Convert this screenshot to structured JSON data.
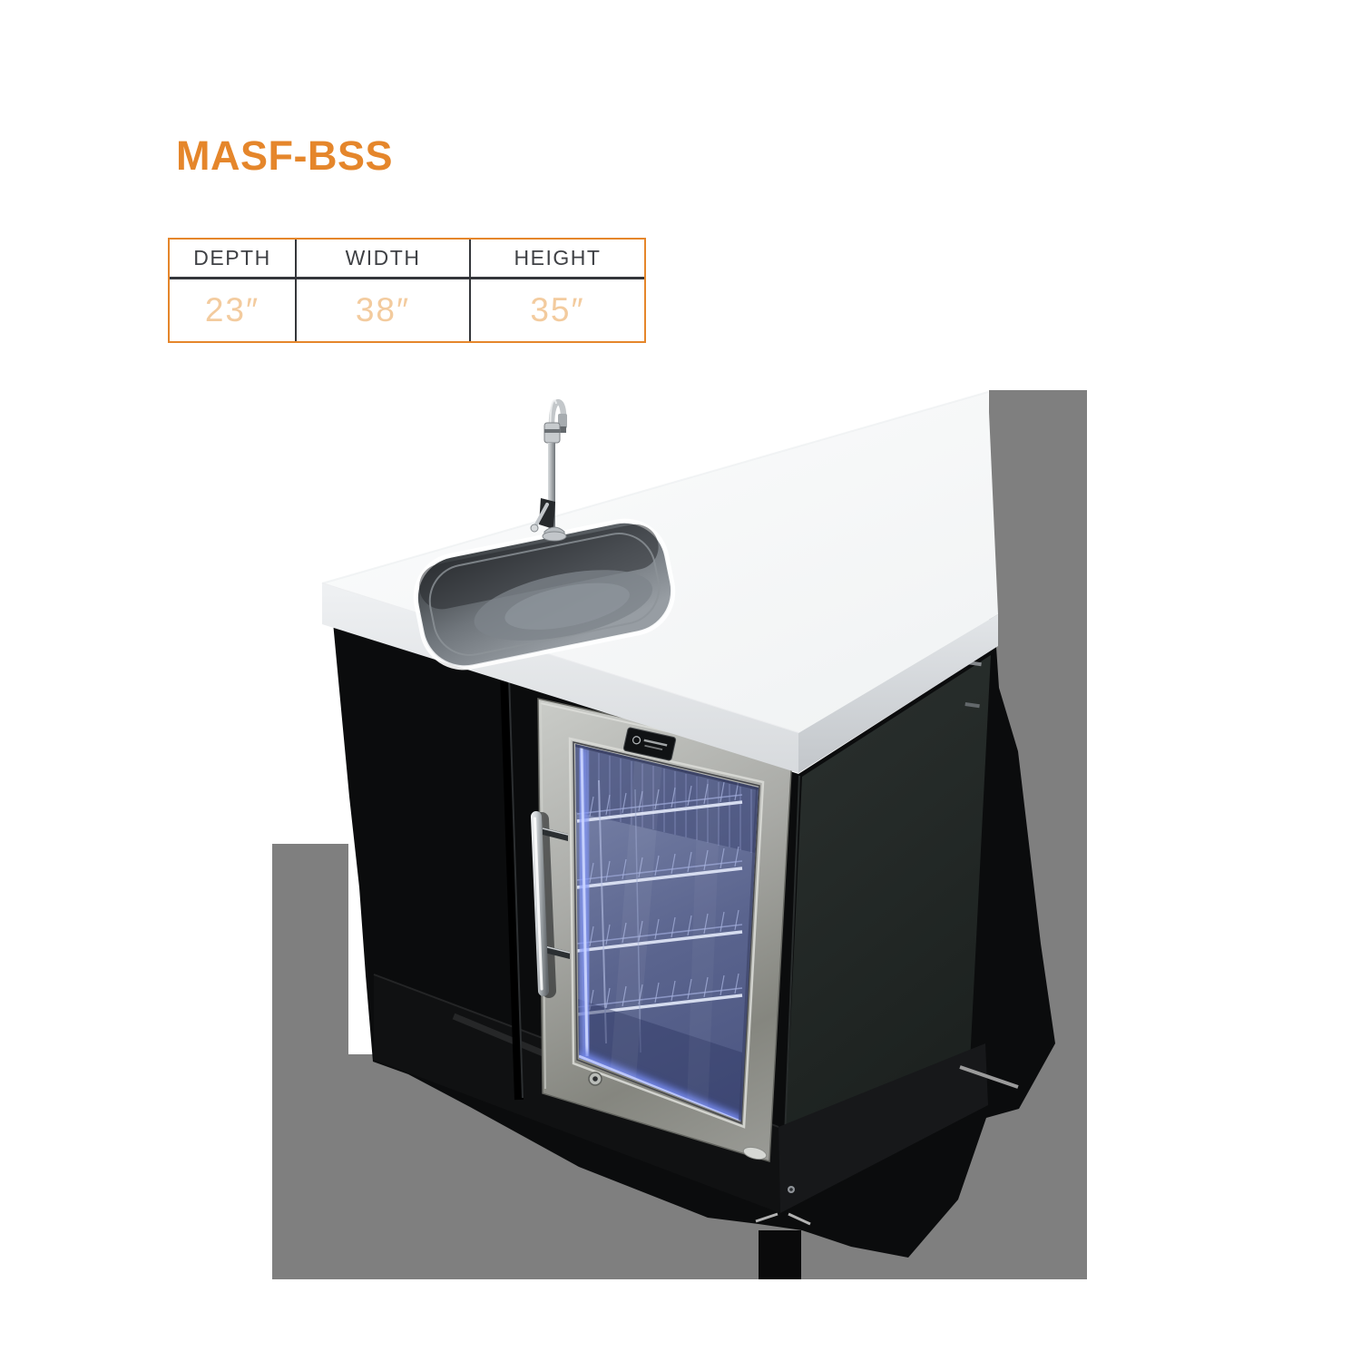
{
  "title": {
    "text": "MASF-BSS",
    "color": "#e5862b"
  },
  "spec_table": {
    "border_color": "#e5862b",
    "grid_color": "#34363a",
    "header_text_color": "#3f4145",
    "value_text_color": "#f3cb9e",
    "columns": [
      {
        "label": "DEPTH",
        "value": "23″"
      },
      {
        "label": "WIDTH",
        "value": "38″"
      },
      {
        "label": "HEIGHT",
        "value": "35″"
      }
    ]
  },
  "product": {
    "name": "Black outdoor-kitchen cabinet module with white countertop, stainless sink, chrome faucet and glass-door beverage fridge with blue LED interior",
    "shadow_color": "#7f7f7f",
    "cabinet_color": "#0b0c0d",
    "countertop_color": "#f7f8f9",
    "fridge_led_color": "#8fa2ff"
  }
}
